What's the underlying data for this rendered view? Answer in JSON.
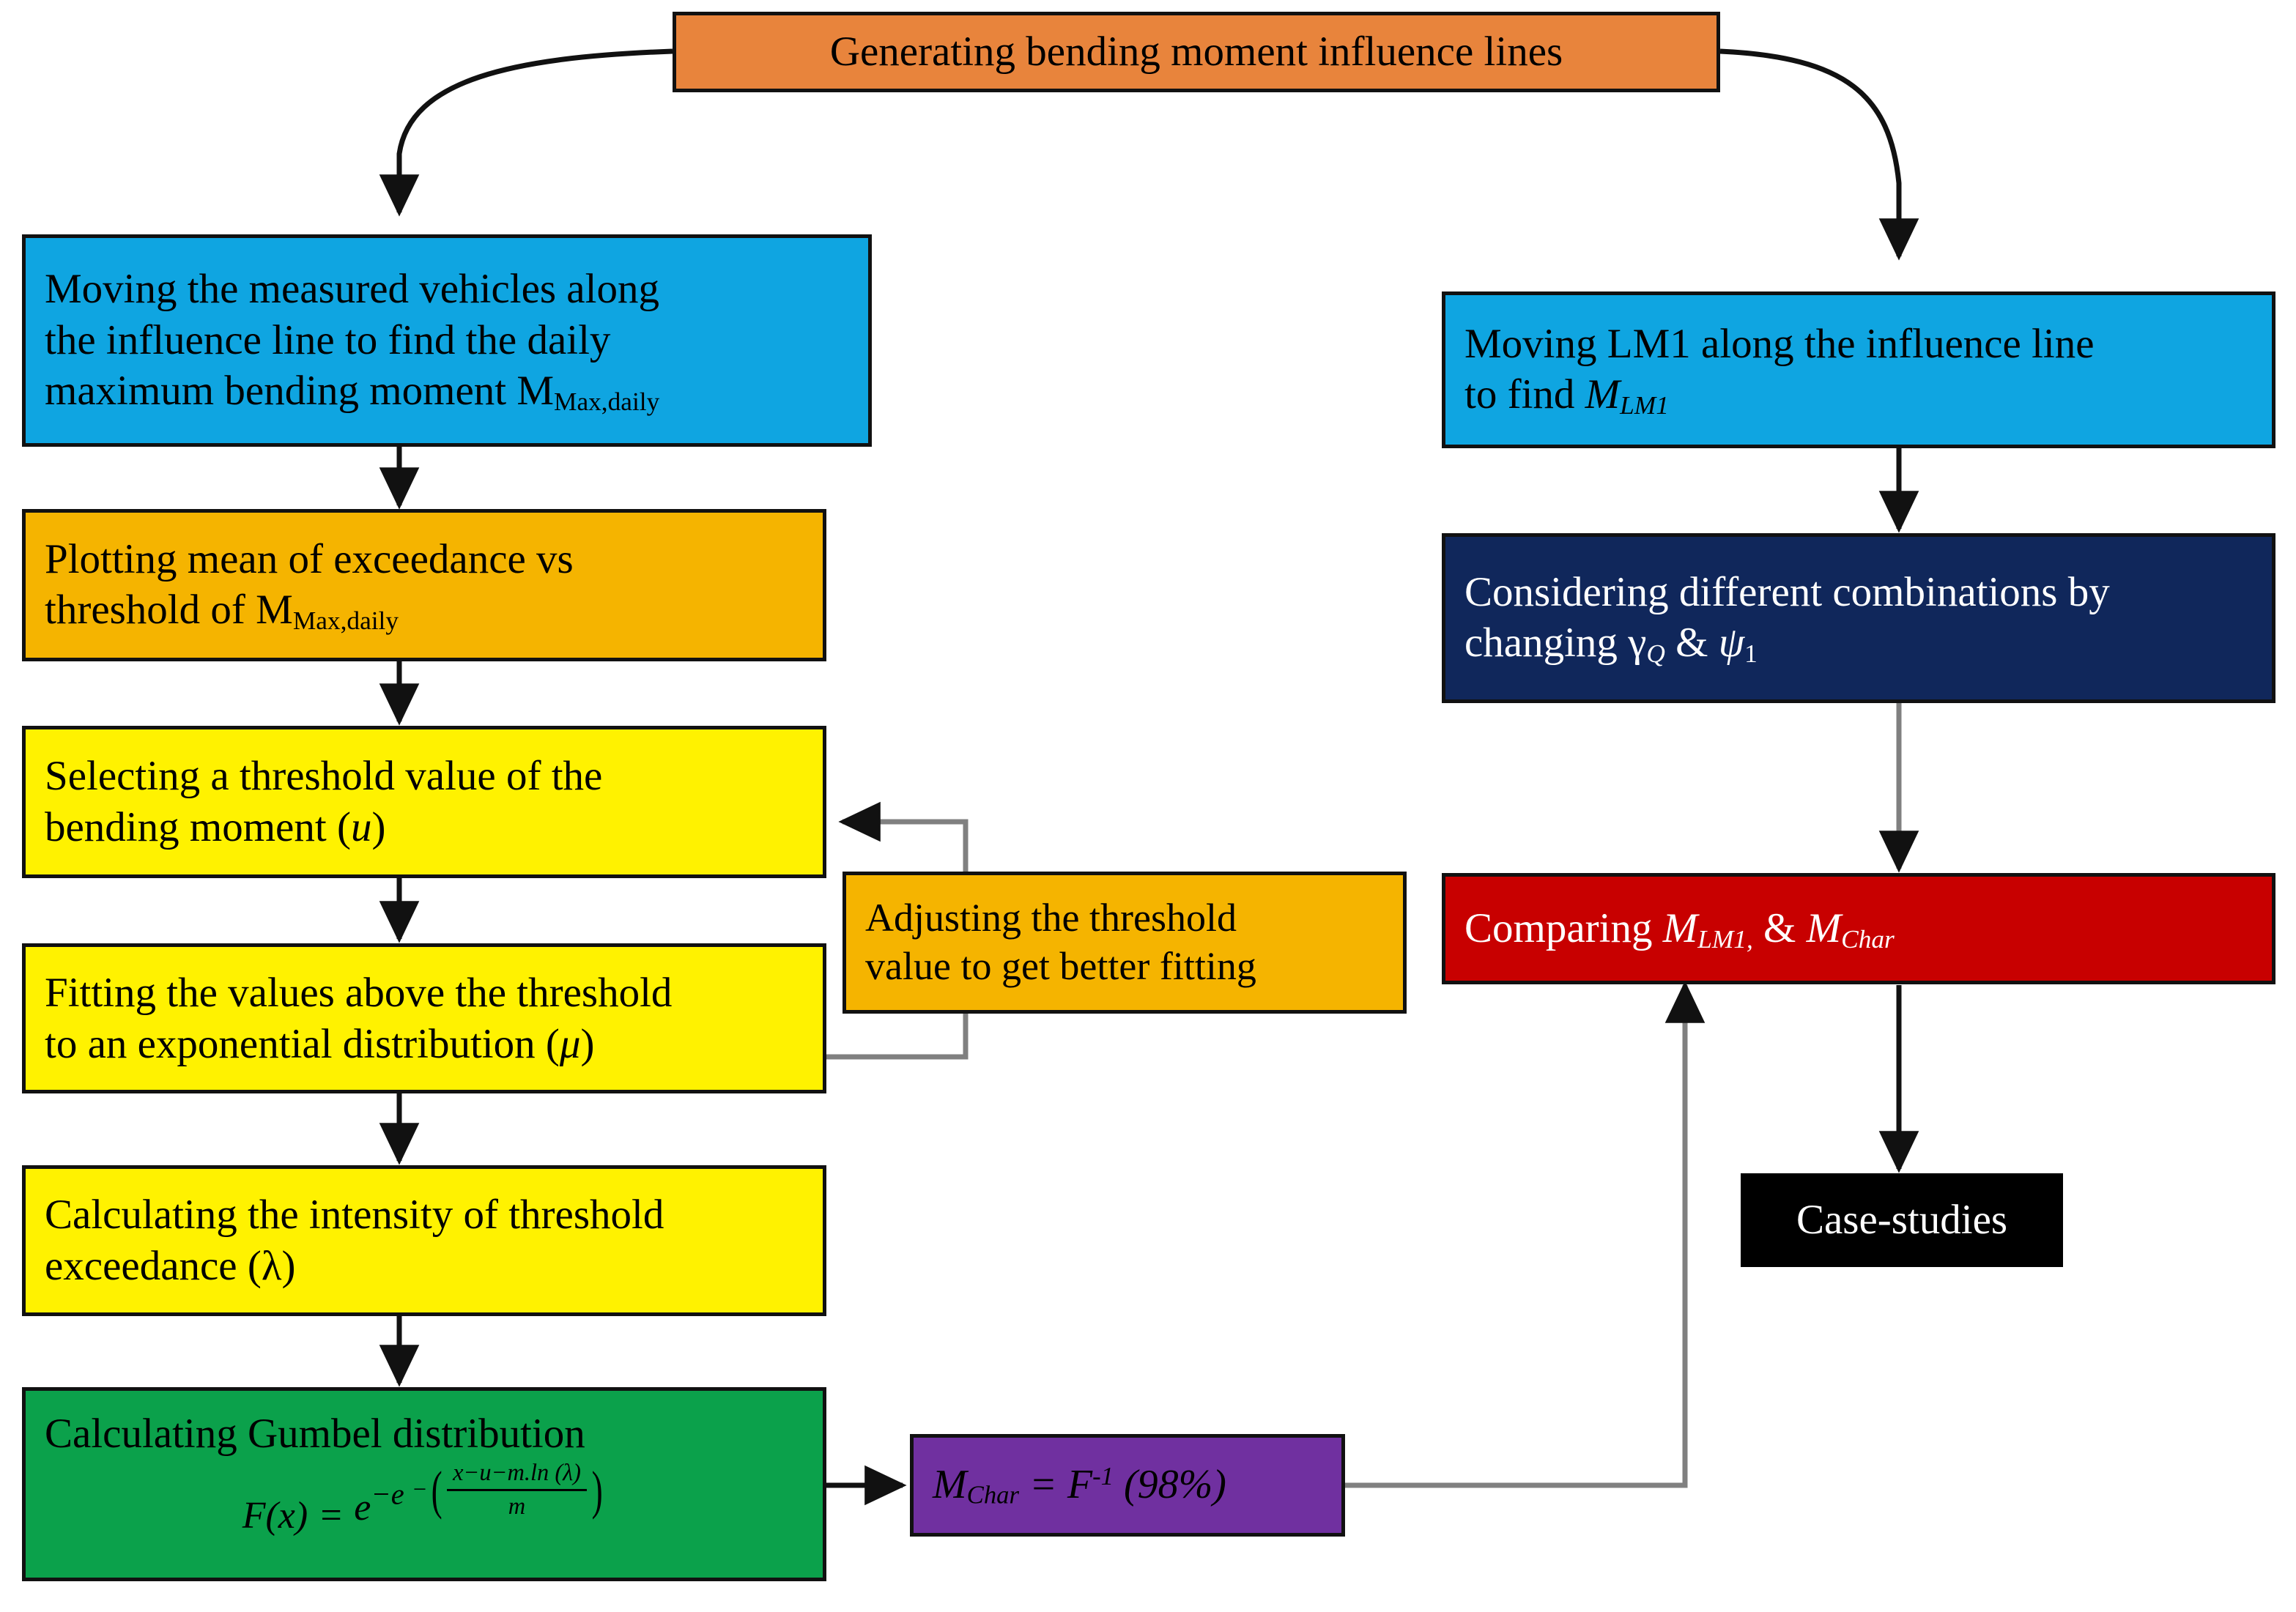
{
  "diagram": {
    "title": "Flowchart for generating bending moment influence lines and characteristic moment comparison",
    "colors": {
      "orange_header": "#E8843C",
      "light_blue": "#0FA5E1",
      "amber": "#F5B400",
      "yellow": "#FFF200",
      "green": "#0BA14B",
      "navy": "#10275B",
      "red": "#C80000",
      "purple": "#7030A0",
      "black": "#000000",
      "edge_dark": "#111111",
      "edge_grey": "#808080"
    },
    "nodes": {
      "header": {
        "label": "Generating bending moment influence lines"
      },
      "moving_vehicles": {
        "line1": "Moving the measured vehicles along",
        "line2": "the influence line to find the daily",
        "line3_pre": "maximum bending moment M",
        "line3_sub": "Max,daily"
      },
      "plotting_mean": {
        "line1": "Plotting mean of exceedance vs",
        "line2_pre": "threshold of M",
        "line2_sub": "Max,daily"
      },
      "selecting_threshold": {
        "line1": "Selecting a threshold value of the",
        "line2_pre": "bending moment (",
        "line2_sym": "u",
        "line2_post": ")"
      },
      "fitting_values": {
        "line1": "Fitting the values above the threshold",
        "line2_pre": "to an exponential distribution (",
        "line2_sym": "μ",
        "line2_post": ")"
      },
      "adjusting_threshold": {
        "line1": "Adjusting the threshold",
        "line2": "value to get better fitting"
      },
      "calculating_intensity": {
        "line1": "Calculating the intensity of threshold",
        "line2": "exceedance (λ)"
      },
      "gumbel": {
        "line1": "Calculating Gumbel distribution",
        "formula_plain": "F(x) = e^-e^-((x-u-m.ln(λ))/m)",
        "formula_parts": {
          "lhs": "F(x)",
          "eq": "=",
          "base": "e",
          "exp_outer": "−e",
          "exp_inner_sign": "−",
          "numerator": "x−u−m.ln (λ)",
          "denominator": "m"
        }
      },
      "m_char": {
        "pre": "M",
        "sub": "Char",
        "eq": " = ",
        "f": "F",
        "sup": "-1",
        "post": " (98%)"
      },
      "moving_lm1": {
        "line1": "Moving LM1 along the influence line",
        "line2_pre": "to find ",
        "line2_m": "M",
        "line2_sub": "LM1"
      },
      "considering_combos": {
        "line1": "Considering different combinations by",
        "line2_pre": "changing ",
        "line2_g": "γ",
        "line2_gsub": "Q",
        "line2_amp": " & ",
        "line2_psi": "ψ",
        "line2_psisub": "1"
      },
      "comparing": {
        "pre": "Comparing ",
        "m1": "M",
        "m1sub": "LM1,",
        "amp": " & ",
        "m2": "M",
        "m2sub": "Char"
      },
      "case_studies": {
        "label": "Case-studies"
      }
    },
    "edges": [
      {
        "from": "header",
        "to": "moving_vehicles",
        "style": "curved",
        "arrow": true
      },
      {
        "from": "header",
        "to": "moving_lm1",
        "style": "curved",
        "arrow": true
      },
      {
        "from": "moving_vehicles",
        "to": "plotting_mean",
        "style": "straight",
        "arrow": true
      },
      {
        "from": "plotting_mean",
        "to": "selecting_threshold",
        "style": "straight",
        "arrow": true
      },
      {
        "from": "selecting_threshold",
        "to": "fitting_values",
        "style": "straight",
        "arrow": true
      },
      {
        "from": "fitting_values",
        "to": "calculating_intensity",
        "style": "straight",
        "arrow": true
      },
      {
        "from": "calculating_intensity",
        "to": "gumbel",
        "style": "straight",
        "arrow": true
      },
      {
        "from": "fitting_values",
        "to": "selecting_threshold",
        "style": "feedback-loop",
        "arrow": true
      },
      {
        "from": "gumbel",
        "to": "m_char",
        "style": "straight",
        "arrow": true
      },
      {
        "from": "m_char",
        "to": "comparing",
        "style": "elbow",
        "arrow": true
      },
      {
        "from": "moving_lm1",
        "to": "considering_combos",
        "style": "straight",
        "arrow": true
      },
      {
        "from": "considering_combos",
        "to": "comparing",
        "style": "straight",
        "arrow": true
      },
      {
        "from": "comparing",
        "to": "case_studies",
        "style": "straight",
        "arrow": true
      }
    ]
  }
}
